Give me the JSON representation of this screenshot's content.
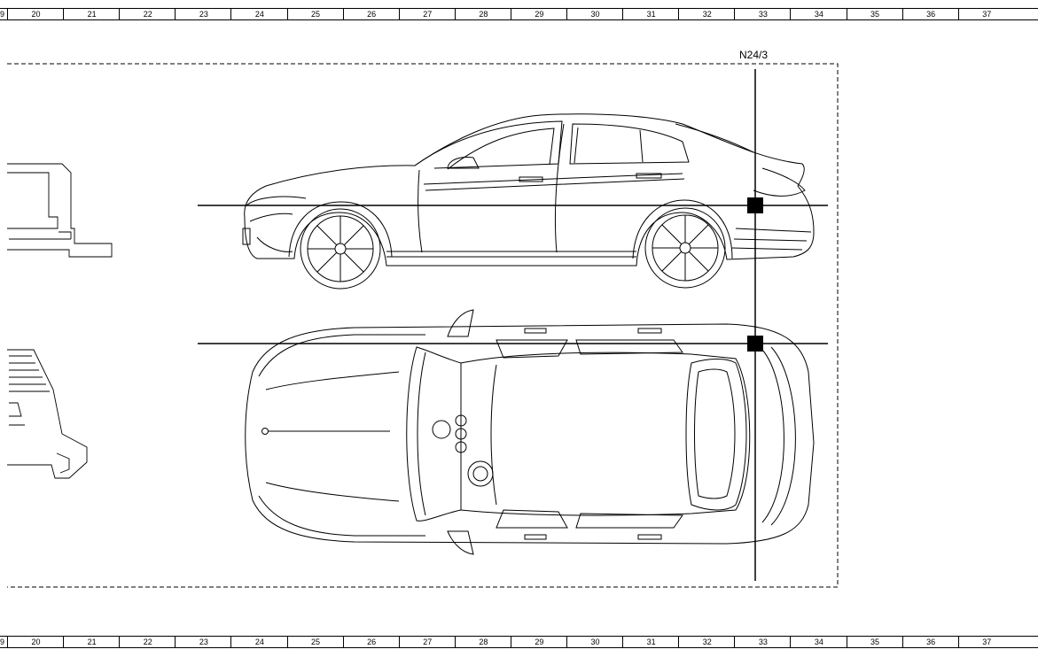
{
  "ruler": {
    "columns": [
      "9",
      "20",
      "21",
      "22",
      "23",
      "24",
      "25",
      "26",
      "27",
      "28",
      "29",
      "30",
      "31",
      "32",
      "33",
      "34",
      "35",
      "36",
      "37"
    ]
  },
  "component": {
    "label": "N24/3"
  }
}
